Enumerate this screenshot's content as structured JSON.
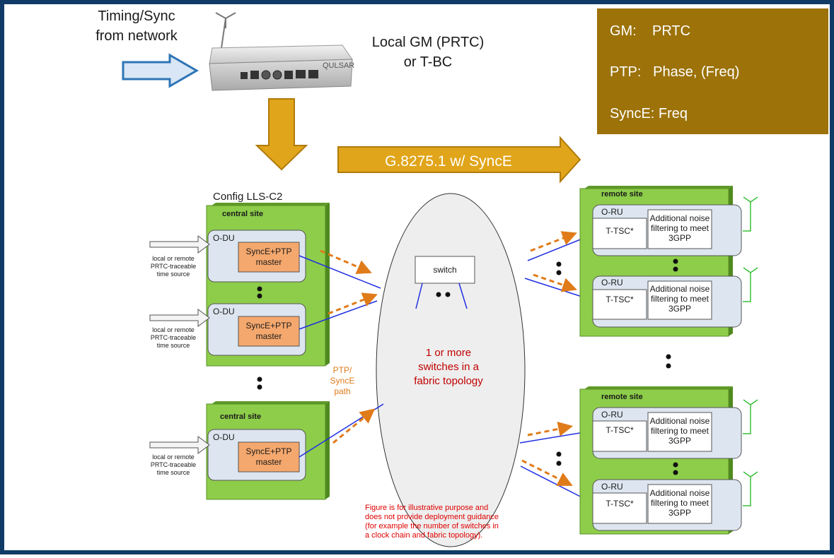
{
  "header": {
    "timing_line1": "Timing/Sync",
    "timing_line2": "from network",
    "gm_line1": "Local GM (PRTC)",
    "gm_line2": "or T-BC",
    "device_brand": "QULSAR",
    "g8275_label": "G.8275.1 w/ SyncE"
  },
  "legend": {
    "gm": "GM:    PRTC",
    "ptp": "PTP:   Phase, (Freq)",
    "synce": "SyncE: Freq"
  },
  "config_label": "Config LLS-C2",
  "central_sites": [
    {
      "label": "central site",
      "odus": [
        {
          "label": "O-DU",
          "master": [
            "SyncE+PTP",
            "master"
          ],
          "source": [
            "local or remote",
            "PRTC-traceable",
            "time source"
          ]
        },
        {
          "label": "O-DU",
          "master": [
            "SyncE+PTP",
            "master"
          ],
          "source": [
            "local or remote",
            "PRTC-traceable",
            "time source"
          ]
        }
      ]
    },
    {
      "label": "central site",
      "odus": [
        {
          "label": "O-DU",
          "master": [
            "SyncE+PTP",
            "master"
          ],
          "source": [
            "local or remote",
            "PRTC-traceable",
            "time source"
          ]
        }
      ]
    }
  ],
  "network": {
    "switch_label": "switch",
    "cloud_text": [
      "1 or more",
      "switches in a",
      "fabric topology"
    ],
    "path_label": [
      "PTP/",
      "SyncE",
      "path"
    ]
  },
  "remote_sites": [
    {
      "label": "remote site",
      "orus": [
        {
          "label": "O-RU",
          "tsc": "T-TSC*",
          "filter": [
            "Additional noise",
            "filtering to meet",
            "3GPP"
          ]
        },
        {
          "label": "O-RU",
          "tsc": "T-TSC*",
          "filter": [
            "Additional noise",
            "filtering to meet",
            "3GPP"
          ]
        }
      ]
    },
    {
      "label": "remote site",
      "orus": [
        {
          "label": "O-RU",
          "tsc": "T-TSC*",
          "filter": [
            "Additional noise",
            "filtering to meet",
            "3GPP"
          ]
        },
        {
          "label": "O-RU",
          "tsc": "T-TSC*",
          "filter": [
            "Additional noise",
            "filtering to meet",
            "3GPP"
          ]
        }
      ]
    }
  ],
  "disclaimer": [
    "Figure is for illustrative purpose and",
    "does not provide deployment guidance",
    "(for example the number of switches in",
    "a clock chain and fabric topology)."
  ],
  "colors": {
    "border": "#0f3b66",
    "legend_bg": "#9c7209",
    "legend_text": "#ffffff",
    "big_arrow": "#e0a51a",
    "big_arrow_stroke": "#b07a0a",
    "g8275_text": "#ffffff",
    "timing_arrow_fill": "#d8e6f5",
    "timing_arrow_stroke": "#2e75b6",
    "site_green": "#8dcd4a",
    "site_green_dark": "#4f8a1e",
    "unit_fill": "#dde6f0",
    "master_fill": "#f5a86d",
    "dashed_arrow": "#e07b1a",
    "link_blue": "#1f2fe0",
    "path_label": "#e07b1a",
    "cloud_text": "#c00000",
    "disclaimer": "#e00000",
    "antenna": "#38c038"
  }
}
